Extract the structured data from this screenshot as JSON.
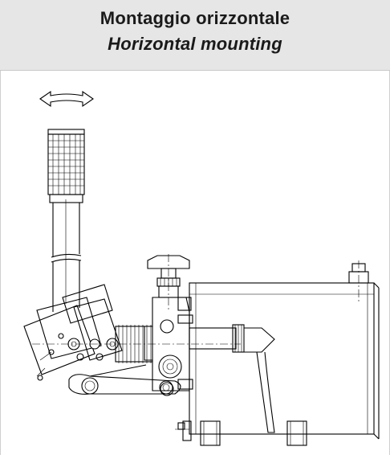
{
  "header": {
    "title_it": "Montaggio orizzontale",
    "title_en": "Horizontal mounting",
    "background_color": "#e6e6e6"
  },
  "drawing": {
    "icons": [
      "rotation-arrow-icon",
      "filter-cartridge",
      "valve-handle",
      "tank-cap",
      "spring-bellows"
    ],
    "line_color": "#000000"
  }
}
